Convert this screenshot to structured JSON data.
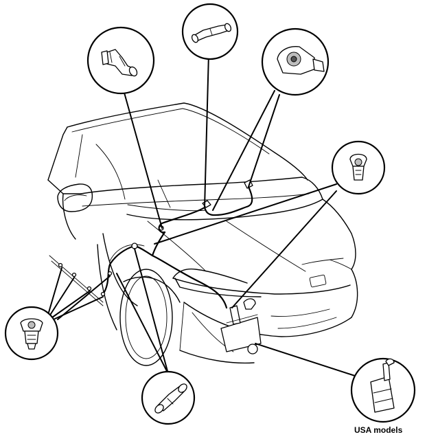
{
  "caption": "USA models",
  "callouts": [
    {
      "id": "joint-left-top",
      "part": "elbow-joint"
    },
    {
      "id": "joint-center-top",
      "part": "straight-joint"
    },
    {
      "id": "nozzle-right-top",
      "part": "washer-nozzle"
    },
    {
      "id": "clip-right",
      "part": "hose-clip"
    },
    {
      "id": "clip-left",
      "part": "hose-clip"
    },
    {
      "id": "joint-bottom",
      "part": "straight-joint"
    },
    {
      "id": "reservoir-usa",
      "part": "washer-reservoir"
    }
  ]
}
